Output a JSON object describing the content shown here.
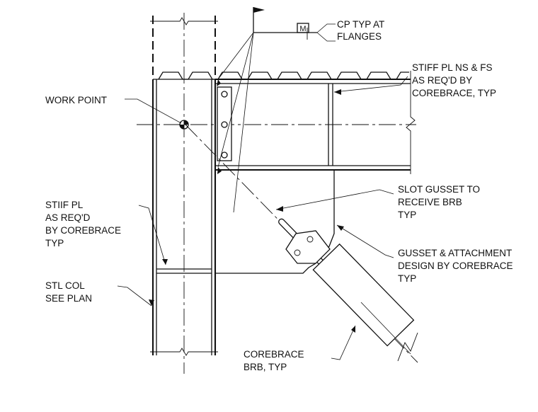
{
  "callouts": {
    "cp_flanges": [
      "CP TYP AT",
      "FLANGES"
    ],
    "weld_symbol_letter": "M",
    "stiff_pl_ns_fs": [
      "STIFF PL NS & FS",
      "AS REQ'D BY",
      "COREBRACE, TYP"
    ],
    "work_point": [
      "WORK POINT"
    ],
    "slot_gusset": [
      "SLOT GUSSET TO",
      "RECEIVE BRB",
      "TYP"
    ],
    "stiff_pl": [
      "STIIF PL",
      "AS REQ'D",
      "BY COREBRACE",
      "TYP"
    ],
    "gusset_attachment": [
      "GUSSET & ATTACHMENT",
      "DESIGN BY COREBRACE",
      "TYP"
    ],
    "stl_col": [
      "STL COL",
      "SEE PLAN"
    ],
    "corebrace_brb": [
      "COREBRACE",
      "BRB, TYP"
    ]
  },
  "icons": {
    "weld_field_flag": "flag-icon",
    "work_point_symbol": "work-point-icon"
  }
}
